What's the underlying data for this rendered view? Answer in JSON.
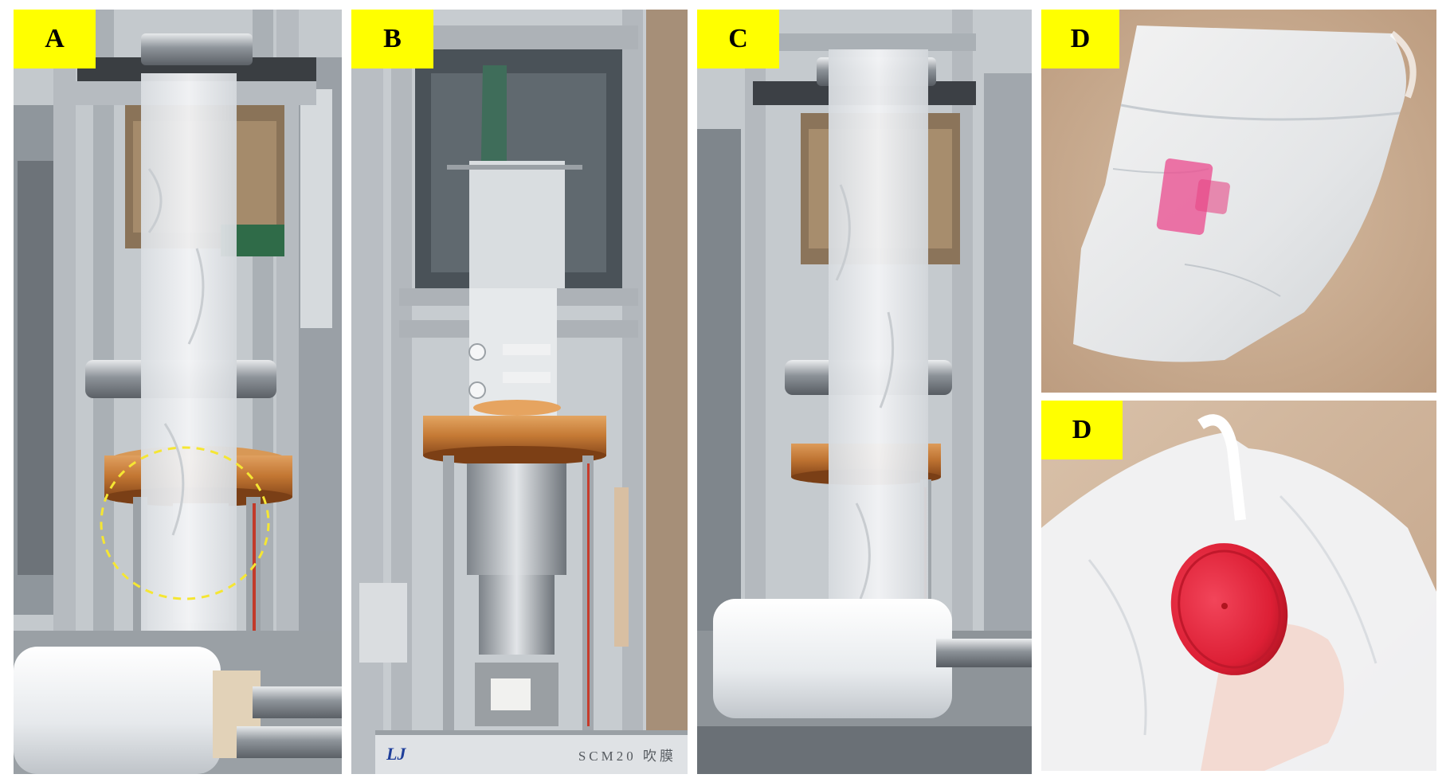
{
  "figure": {
    "panels": [
      {
        "id": "A",
        "label": "A"
      },
      {
        "id": "B",
        "label": "B",
        "machine_plate": "SCM20 吹膜",
        "logo": "LJ"
      },
      {
        "id": "C",
        "label": "C"
      },
      {
        "id": "D1",
        "label": "D"
      },
      {
        "id": "D2",
        "label": "D"
      }
    ]
  },
  "colors": {
    "label_bg": "#ffff00",
    "copper_die": "#c97a3a",
    "red_cap": "#e1263a",
    "pink_item": "#e8458a",
    "film": "#eef0f2",
    "aluminum_frame": "#b7bcc1"
  }
}
